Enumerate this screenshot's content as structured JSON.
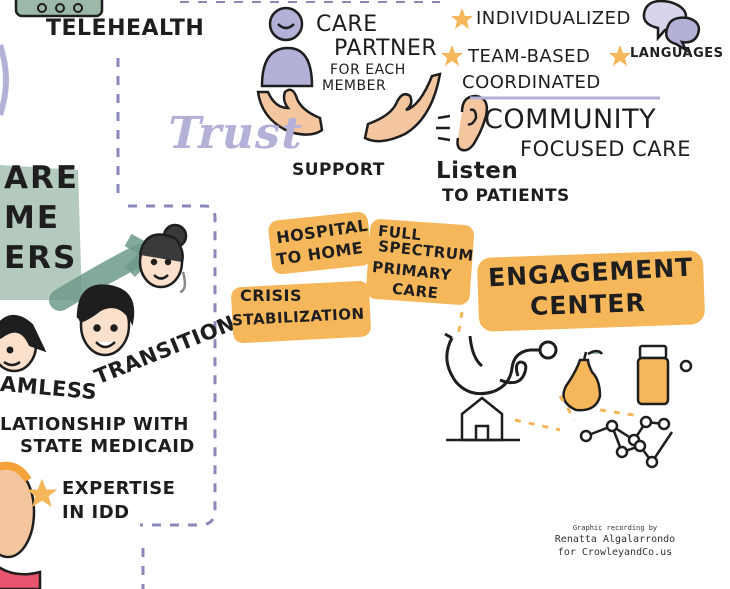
{
  "left": {
    "telehealth": "TELEHEALTH",
    "care_fragment": "ARE",
    "home_fragment": "ME",
    "members_fragment": "ERS",
    "seamless_fragment": "AMLESS",
    "transition": "TRANSITION",
    "relationship_line1": "LATIONSHIP WITH",
    "relationship_line2": "STATE MEDICAID",
    "expertise_line1": "EXPERTISE",
    "expertise_line2": "IN IDD"
  },
  "care_partner": {
    "line1": "CARE",
    "line2": "PARTNER",
    "line3": "FOR EACH",
    "line4": "MEMBER",
    "trust": "Trust",
    "support": "SUPPORT"
  },
  "right_list": {
    "individualized": "INDIVIDUALIZED",
    "team_based": "TEAM-BASED",
    "languages": "LANGUAGES",
    "coordinated": "COORDINATED",
    "community_line1": "COMMUNITY",
    "community_line2": "FOCUSED CARE",
    "listen": "Listen",
    "to_patients": "TO PATIENTS"
  },
  "services": {
    "hospital_line1": "HOSPITAL",
    "hospital_line2": "TO HOME",
    "full_line1": "FULL",
    "full_line2": "SPECTRUM",
    "full_line3": "PRIMARY",
    "full_line4": "CARE",
    "crisis_line1": "CRISIS",
    "crisis_line2": "STABILIZATION",
    "engagement_line1": "ENGAGEMENT",
    "engagement_line2": "CENTER"
  },
  "credit": {
    "line1": "Graphic recording by",
    "line2": "Renatta Algalarrondo",
    "line3": "for CrowleyandCo.us"
  },
  "colors": {
    "orange": "#f6b65a",
    "lavender": "#b3b1d8",
    "sage": "#9bb8a8",
    "skin": "#f4c6a0",
    "outline": "#1e1e1e"
  }
}
